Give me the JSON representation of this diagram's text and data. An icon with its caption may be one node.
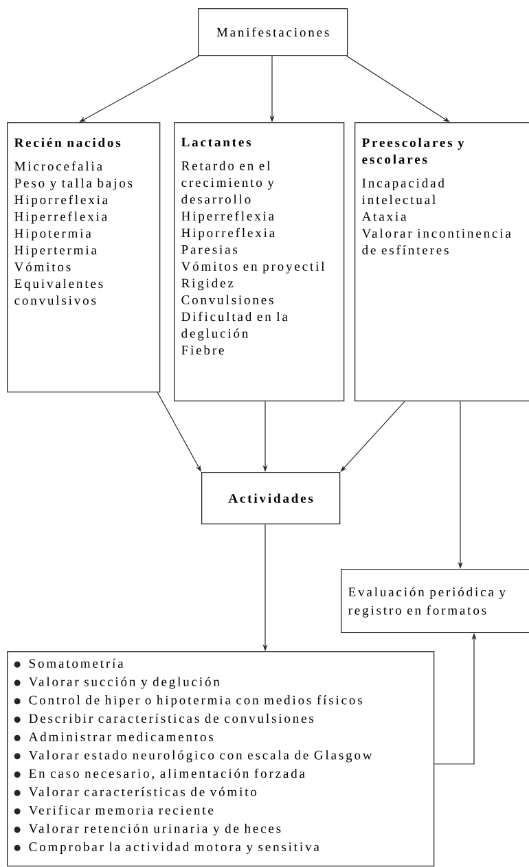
{
  "diagram": {
    "nodes": [
      {
        "text": [
          "Manifestaciones"
        ]
      },
      {
        "text": [
          "Recién nacidos",
          "Microcefalia",
          "Peso y talla bajos",
          "Hiporreflexia",
          "Hiperreflexia",
          "Hipotermia",
          "Hipertermia",
          "Vómitos",
          "Equivalentes convulsivos"
        ]
      },
      {
        "text": [
          "Lactantes",
          "Retardo en el crecimiento y desarrollo",
          "Hiperreflexia",
          "Hiporreflexia",
          "Paresias",
          "Vómitos en proyectil",
          "Rigidez",
          "Convulsiones",
          "Dificultad en la deglución",
          "Fiebre"
        ]
      },
      {
        "text": [
          "Preescolares y escolares",
          "Incapacidad intelectual",
          "Ataxia",
          "Valorar incontinencia de esfínteres"
        ]
      },
      {
        "text": [
          "Actividades"
        ]
      },
      {
        "text": [
          "Evaluación periódica y registro en formatos"
        ]
      },
      {
        "text": [
          "Somatometría",
          "Valorar succión y deglución",
          "Control de hiper o hipotermia con medios físicos",
          "Describir características de convulsiones",
          "Administrar medicamentos",
          "Valorar estado neurológico con escala de Glasgow",
          "En caso necesario, alimentación forzada",
          "Valorar características de vómito",
          "Verificar memoria reciente",
          "Valorar retención urinaria y de heces",
          "Comprobar la actividad motora y sensitiva"
        ]
      }
    ],
    "edges": [
      {
        "from": 0,
        "to": 1,
        "arrow": "to"
      },
      {
        "from": 0,
        "to": 2,
        "arrow": "to"
      },
      {
        "from": 0,
        "to": 3,
        "arrow": "to"
      },
      {
        "from": 1,
        "to": 4,
        "arrow": "to"
      },
      {
        "from": 2,
        "to": 4,
        "arrow": "to"
      },
      {
        "from": 3,
        "to": 4,
        "arrow": "to"
      },
      {
        "from": 3,
        "to": 5,
        "arrow": "to"
      },
      {
        "from": 4,
        "to": 6,
        "arrow": "to"
      },
      {
        "from": 6,
        "to": 5,
        "arrow": "to"
      }
    ]
  }
}
